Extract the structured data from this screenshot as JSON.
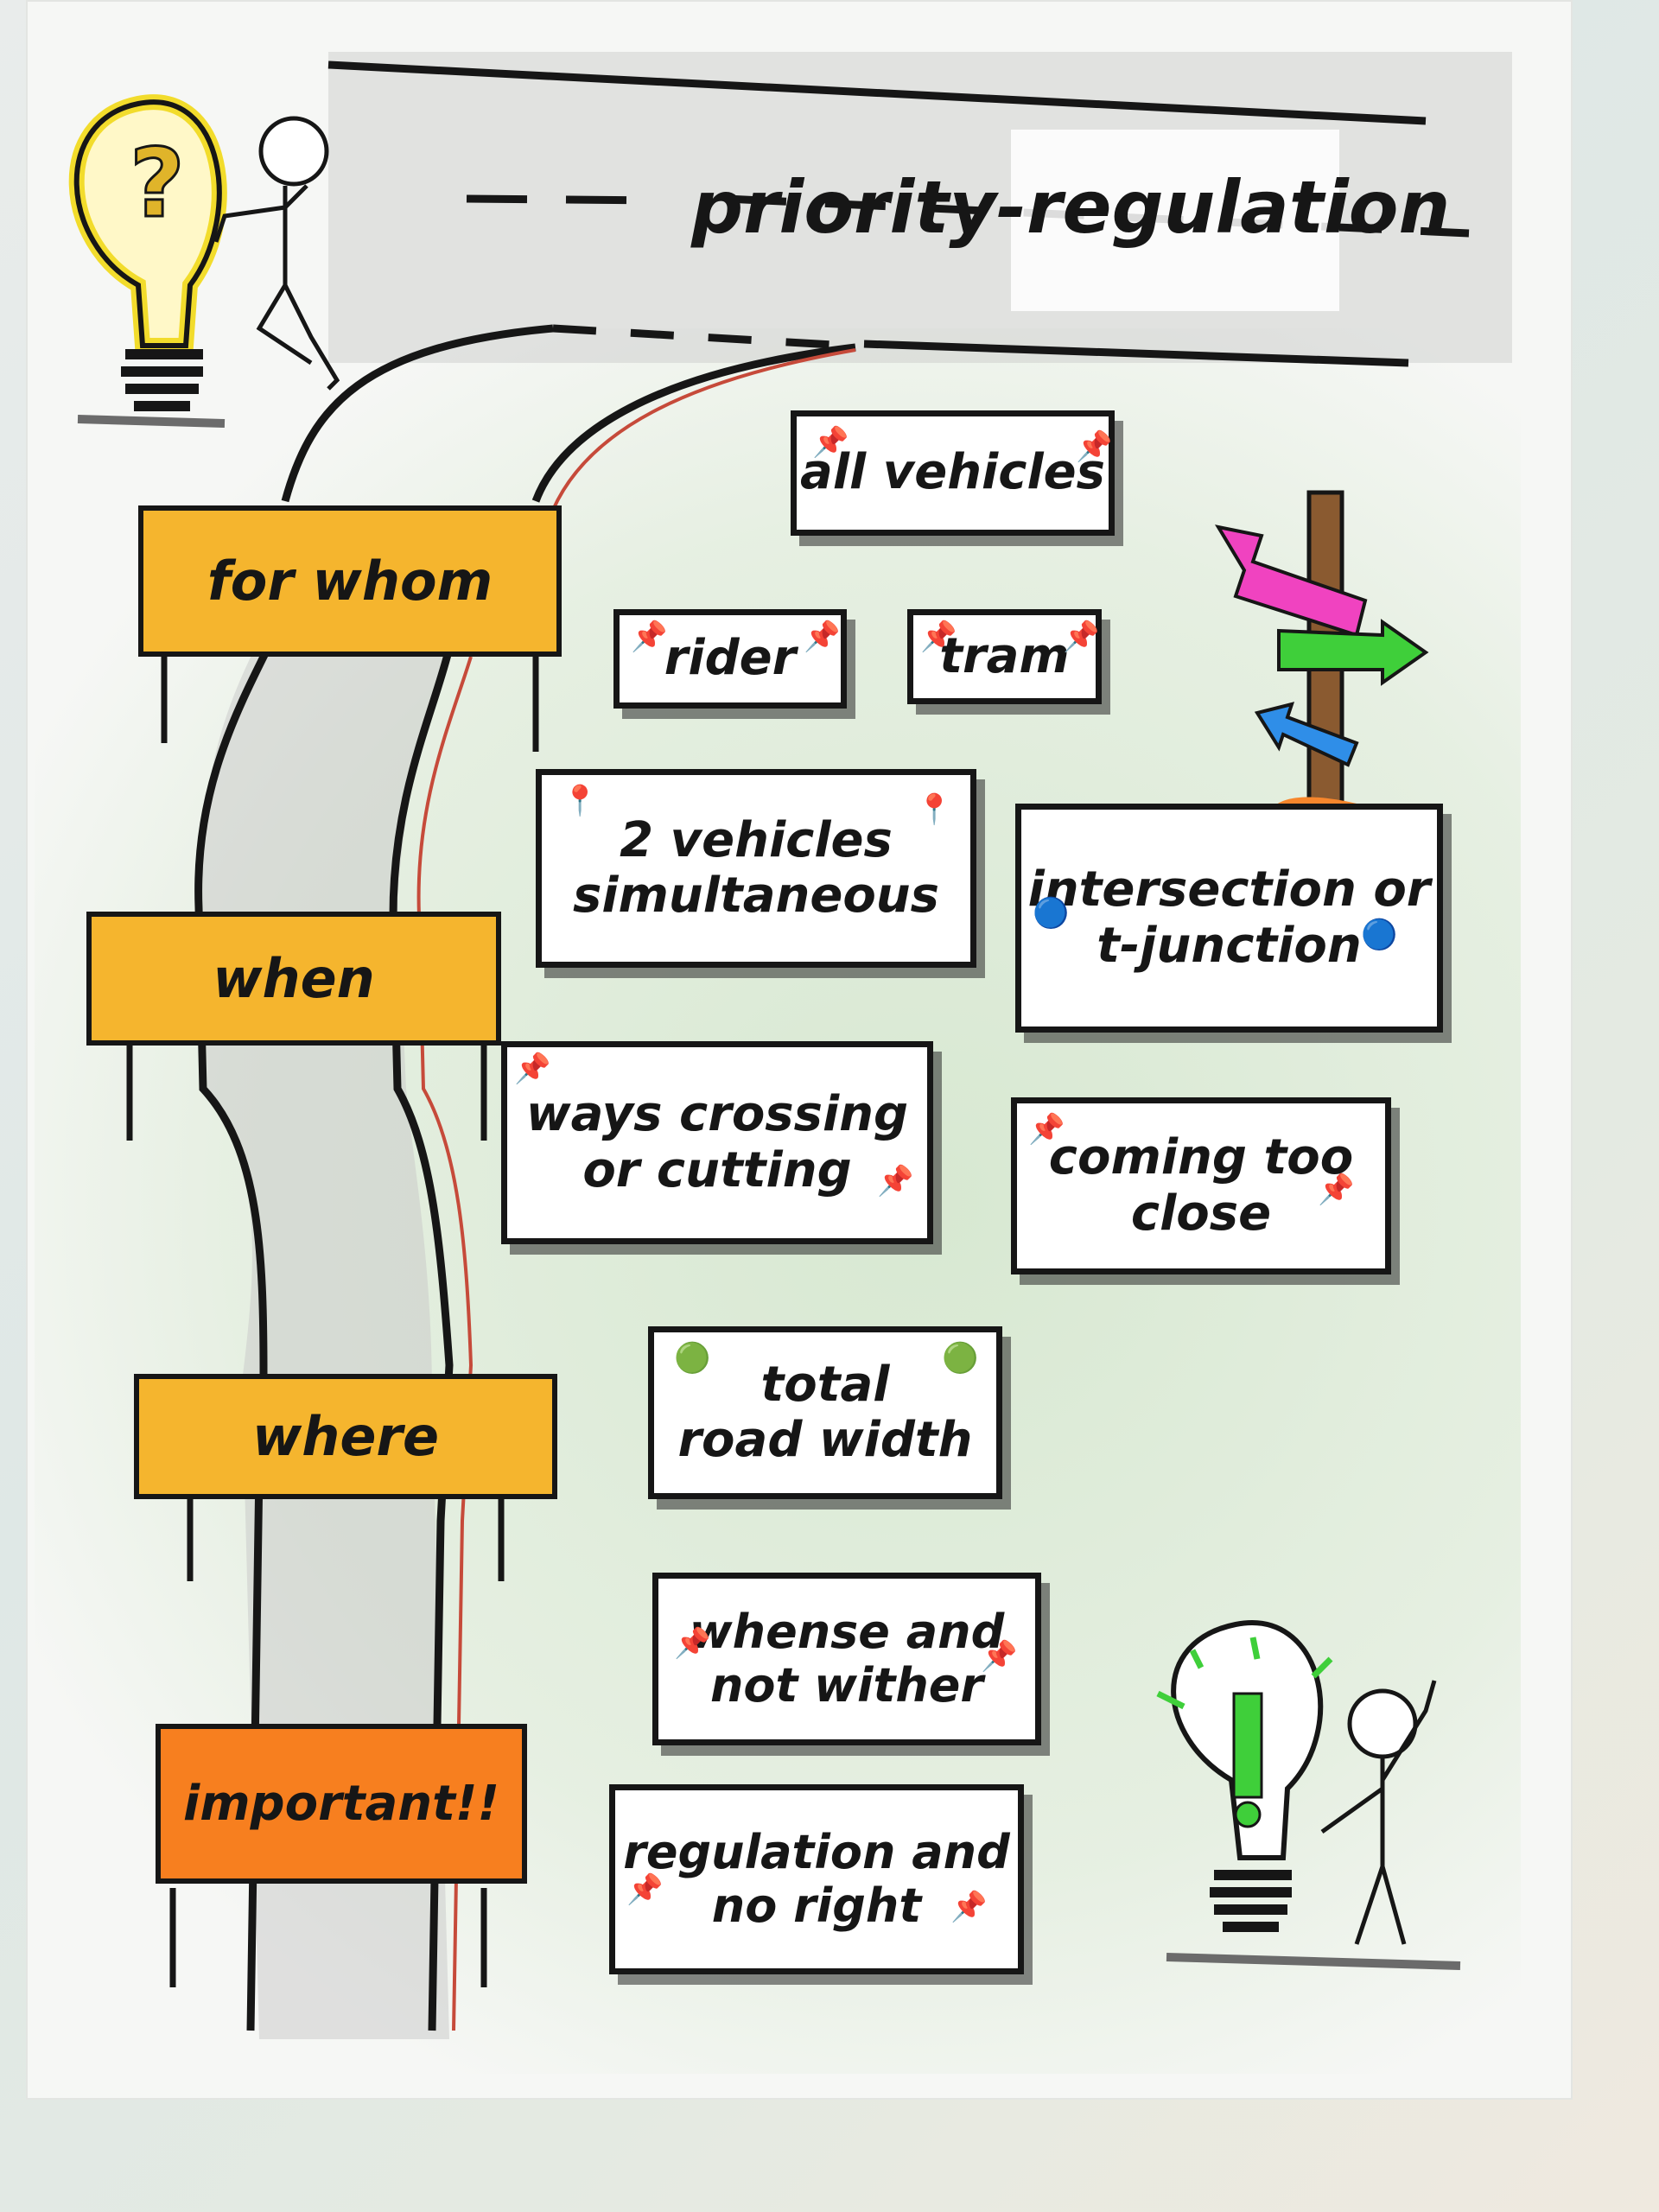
{
  "title": "priority-regulation",
  "labels": {
    "for_whom": "for whom",
    "when": "when",
    "where": "where",
    "important": "important!!"
  },
  "cards": {
    "all_vehicles": "all vehicles",
    "rider": "rider",
    "tram": "tram",
    "two_vehicles": "2 vehicles\nsimultaneous",
    "intersection": "intersection or\nt-junction",
    "ways_crossing": "ways crossing\nor cutting",
    "coming_too_close": "coming too\nclose",
    "total_road_width": "total\nroad width",
    "whense": "whense and\nnot wither",
    "regulation": "regulation and\nno right"
  },
  "icons": {
    "question_bulb": "lightbulb-question-icon",
    "exclamation_bulb": "lightbulb-exclamation-icon",
    "signpost": "signpost-icon",
    "pushpin": "pushpin-icon"
  },
  "colors": {
    "label_yellow": "#f5b52e",
    "label_orange": "#f77f1f",
    "ink": "#161616",
    "arrow_pink": "#f043c0",
    "arrow_green": "#3fcf3a",
    "arrow_blue": "#2f8ee8"
  }
}
